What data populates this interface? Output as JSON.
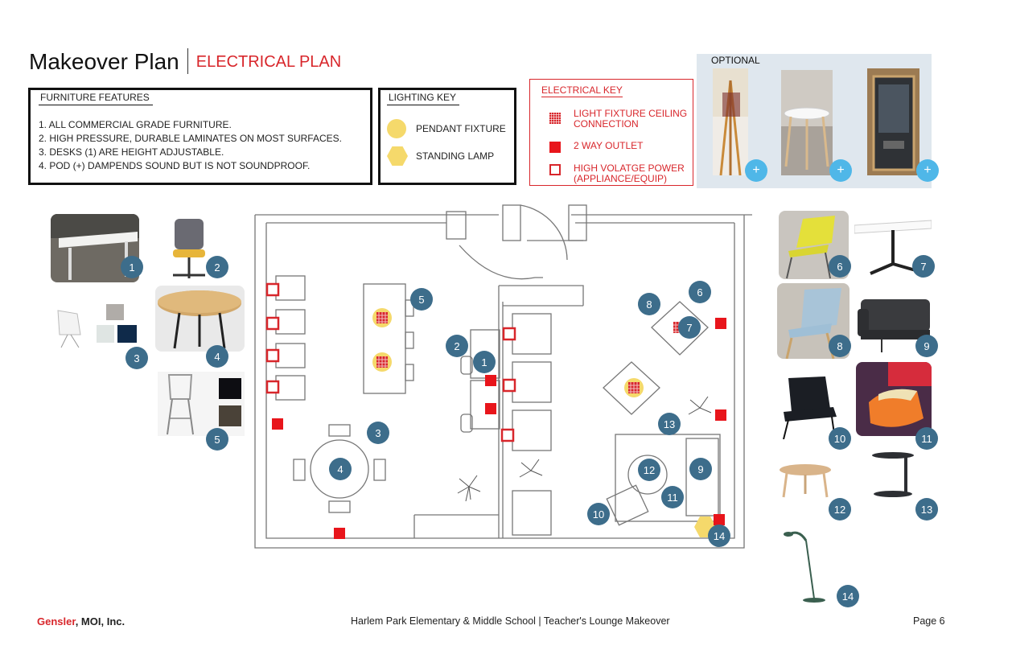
{
  "header": {
    "title": "Makeover Plan",
    "subtitle": "ELECTRICAL PLAN"
  },
  "furniture_features": {
    "heading": "FURNITURE FEATURES",
    "items": [
      "1. ALL COMMERCIAL GRADE FURNITURE.",
      "2. HIGH PRESSURE, DURABLE LAMINATES ON MOST SURFACES.",
      "3. DESKS (1) ARE HEIGHT ADJUSTABLE.",
      "4. POD (+) DAMPENDS SOUND BUT IS NOT SOUNDPROOF."
    ]
  },
  "lighting_key": {
    "heading": "LIGHTING KEY",
    "pendant": "PENDANT FIXTURE",
    "lamp": "STANDING LAMP"
  },
  "electrical_key": {
    "heading": "ELECTRICAL KEY",
    "ceiling_line1": "LIGHT FIXTURE CEILING",
    "ceiling_line2": "CONNECTION",
    "outlet": "2 WAY OUTLET",
    "high_line1": "HIGH VOLATGE POWER",
    "high_line2": "(APPLIANCE/EQUIP)"
  },
  "optional": {
    "label": "OPTIONAL",
    "plus": "+"
  },
  "badges": [
    "1",
    "2",
    "3",
    "4",
    "5",
    "6",
    "7",
    "8",
    "9",
    "10",
    "11",
    "12",
    "13",
    "14"
  ],
  "footer": {
    "company_red": "Gensler",
    "company_rest": ", MOI, Inc.",
    "project": "Harlem Park Elementary & Middle School | Teacher's Lounge Makeover",
    "page": "Page  6"
  },
  "colors": {
    "accent_red": "#d8262b",
    "badge_blue": "#3d6d8b",
    "plus_blue": "#4fb7e8",
    "pendant_yellow": "#f5d96b"
  }
}
